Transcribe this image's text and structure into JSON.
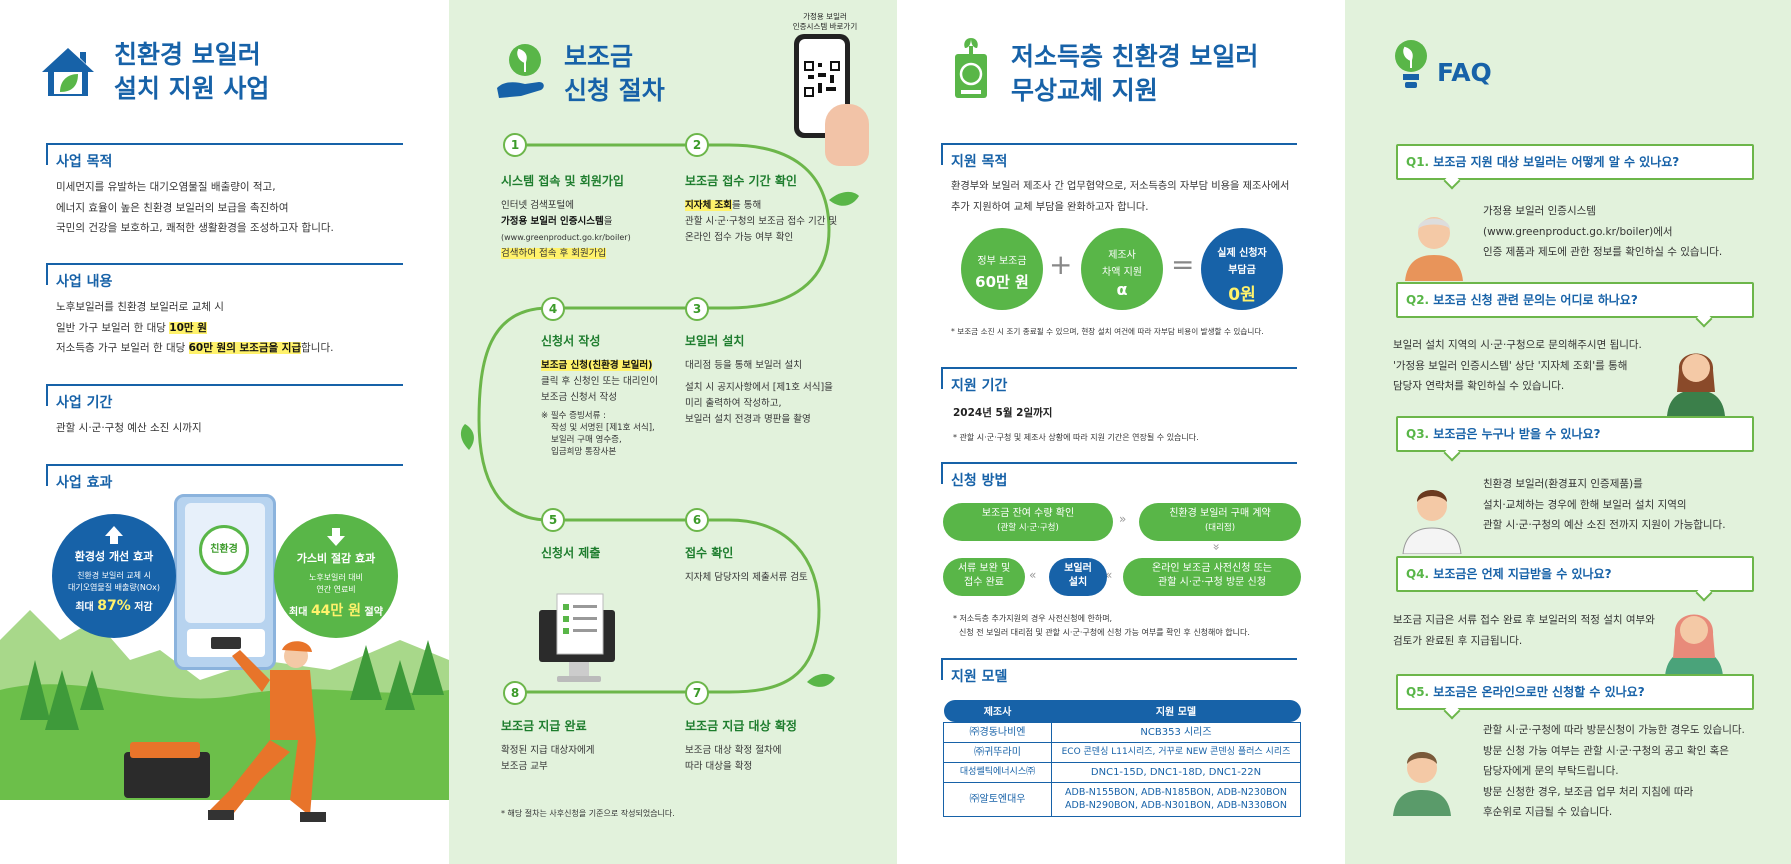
{
  "panel1": {
    "title": "친환경 보일러\n설치 지원 사업",
    "purpose": {
      "heading": "사업 목적",
      "lines": [
        "미세먼지를 유발하는 대기오염물질 배출량이 적고,",
        "에너지 효율이 높은 친환경 보일러의 보급을 촉진하여",
        "국민의 건강을 보호하고, 쾌적한 생활환경을 조성하고자 합니다."
      ]
    },
    "content": {
      "heading": "사업 내용",
      "line1": "노후보일러를 친환경 보일러로 교체 시",
      "line2a": "일반 가구 보일러 한 대당 ",
      "line2b": "10만 원",
      "line3a": "저소득층 가구 보일러 한 대당 ",
      "line3b": "60만 원의 보조금을 지급",
      "line3c": "합니다."
    },
    "period": {
      "heading": "사업 기간",
      "text": "관할 시·군·구청 예산 소진 시까지"
    },
    "effect": {
      "heading": "사업 효과"
    },
    "effect_left": {
      "title": "환경성 개선 효과",
      "desc1": "친환경 보일러 교체 시",
      "desc2": "대기오염물질 배출량(NOx)",
      "pre": "최대 ",
      "val": "87%",
      "post": " 저감"
    },
    "effect_right": {
      "title": "가스비 절감 효과",
      "desc1": "노후보일러 대비",
      "desc2": "연간 연료비",
      "pre": "최대 ",
      "val": "44만 원",
      "post": " 절약"
    },
    "boiler_logo": "친환경"
  },
  "panel2": {
    "title": "보조금\n신청 절차",
    "qr_label": "가정용 보일러\n인증시스템 바로가기",
    "steps": [
      {
        "num": "1",
        "title": "시스템 접속 및 회원가입",
        "d1": "인터넷 검색포털에",
        "d2": "가정용 보일러 인증시스템",
        "d2b": "을",
        "d3": "(www.greenproduct.go.kr/boiler)",
        "d4": "검색하여 접속 후 회원가입"
      },
      {
        "num": "2",
        "title": "보조금 접수 기간 확인",
        "d1a": "지자체 조회",
        "d1b": "를 통해",
        "d2": "관할 시·군·구청의 보조금 접수 기간 및",
        "d3": "온라인 접수 가능 여부 확인"
      },
      {
        "num": "3",
        "title": "보일러 설치",
        "d1": "대리점 등을 통해 보일러 설치",
        "d2": "설치 시 공지사항에서 [제1호 서식]을",
        "d3": "미리 출력하여 작성하고,",
        "d4": "보일러 설치 전경과 명판을 촬영"
      },
      {
        "num": "4",
        "title": "신청서 작성",
        "d1": "보조금 신청(친환경 보일러)",
        "d2": "클릭 후 신청인 또는 대리인이",
        "d3": "보조금 신청서 작성",
        "d4": "※ 필수 증빙서류 :",
        "d5": "작성 및 서명된 [제1호 서식],",
        "d6": "보일러 구매 영수증,",
        "d7": "입금희망 통장사본"
      },
      {
        "num": "5",
        "title": "신청서 제출"
      },
      {
        "num": "6",
        "title": "접수 확인",
        "d1": "지자체 담당자의 제출서류 검토"
      },
      {
        "num": "7",
        "title": "보조금 지급 대상 확정",
        "d1": "보조금 대상 확정 절차에",
        "d2": "따라 대상을 확정"
      },
      {
        "num": "8",
        "title": "보조금 지급 완료",
        "d1": "확정된 지급 대상자에게",
        "d2": "보조금 교부"
      }
    ],
    "note": "* 해당 절차는 사후신청을 기준으로 작성되었습니다."
  },
  "panel3": {
    "title": "저소득층 친환경 보일러\n무상교체 지원",
    "purpose": {
      "heading": "지원 목적",
      "line1": "환경부와 보일러 제조사 간 업무협약으로, 저소득층의 자부담 비용을 제조사에서",
      "line2": "추가 지원하여 교체 부담을 완화하고자 합니다."
    },
    "eq": {
      "c1a": "정부 보조금",
      "c1b": "60만 원",
      "c2a": "제조사",
      "c2b": "차액 지원",
      "c2c": "α",
      "c3a": "실제 신청자",
      "c3b": "부담금",
      "c3c": "0원",
      "plus": "+",
      "equals": "="
    },
    "eq_note": "* 보조금 소진 시 조기 종료될 수 있으며, 현장 설치 여건에 따라 자부담 비용이 발생할 수 있습니다.",
    "period": {
      "heading": "지원 기간",
      "text": "2024년 5월 2일까지",
      "note": "* 관할 시·군·구청 및 제조사 상황에 따라 지원 기간은 연장될 수 있습니다."
    },
    "method": {
      "heading": "신청 방법",
      "b1a": "보조금 잔여 수량 확인",
      "b1b": "(관할 시·군·구청)",
      "b2a": "친환경 보일러 구매 계약",
      "b2b": "(대리점)",
      "b3a": "온라인 보조금 사전신청 또는",
      "b3b": "관할 시·군·구청 방문 신청",
      "b4a": "보일러",
      "b4b": "설치",
      "b5a": "서류 보완 및",
      "b5b": "접수 완료",
      "note1": "* 저소득층 추가지원의 경우 사전신청에 한하며,",
      "note2": "신청 전 보일러 대리점 및 관할 시·군·구청에 신청 가능 여부를 확인 후 신청해야 합니다."
    },
    "models": {
      "heading": "지원 모델",
      "col1": "제조사",
      "col2": "지원 모델",
      "rows": [
        {
          "maker": "㈜경동나비엔",
          "model": "NCB353 시리즈"
        },
        {
          "maker": "㈜귀뚜라미",
          "model": "ECO 콘덴싱 L11시리즈, 거꾸로 NEW 콘덴싱 플러스 시리즈"
        },
        {
          "maker": "대성쎌틱에너시스㈜",
          "model": "DNC1-15D, DNC1-18D, DNC1-22N"
        },
        {
          "maker": "㈜알토엔대우",
          "model": "ADB-N155BON, ADB-N185BON, ADB-N230BON",
          "model2": "ADB-N290BON, ADB-N301BON, ADB-N330BON"
        }
      ]
    }
  },
  "panel4": {
    "title": "FAQ",
    "faqs": [
      {
        "q": "Q1.",
        "qt": "보조금 지원 대상 보일러는 어떻게 알 수 있나요?",
        "a1": "가정용 보일러 인증시스템",
        "a2": "(www.greenproduct.go.kr/boiler)에서",
        "a3": "인증 제품과 제도에 관한 정보를 확인하실 수 있습니다."
      },
      {
        "q": "Q2.",
        "qt": "보조금 신청 관련 문의는 어디로 하나요?",
        "a1": "보일러 설치 지역의 시·군·구청으로 문의해주시면 됩니다.",
        "a2": "'가정용 보일러 인증시스템' 상단 '지자체 조회'를 통해",
        "a3": "담당자 연락처를 확인하실 수 있습니다."
      },
      {
        "q": "Q3.",
        "qt": "보조금은 누구나 받을 수 있나요?",
        "a1": "친환경 보일러(환경표지 인증제품)를",
        "a2": "설치·교체하는 경우에 한해 보일러 설치 지역의",
        "a3": "관할 시·군·구청의 예산 소진 전까지 지원이 가능합니다."
      },
      {
        "q": "Q4.",
        "qt": "보조금은 언제 지급받을 수 있나요?",
        "a1": "보조금 지급은 서류 접수 완료 후 보일러의 적정 설치 여부와",
        "a2": "검토가 완료된 후 지급됩니다."
      },
      {
        "q": "Q5.",
        "qt": "보조금은 온라인으로만 신청할 수 있나요?",
        "a1": "관할 시·군·구청에 따라 방문신청이 가능한 경우도 있습니다.",
        "a2": "방문 신청 가능 여부는 관할 시·군·구청의 공고 확인 혹은",
        "a3": "담당자에게 문의 부탁드립니다.",
        "a4": "방문 신청한 경우, 보조금 업무 처리 지침에 따라",
        "a5": "후순위로 지급될 수 있습니다."
      }
    ]
  }
}
